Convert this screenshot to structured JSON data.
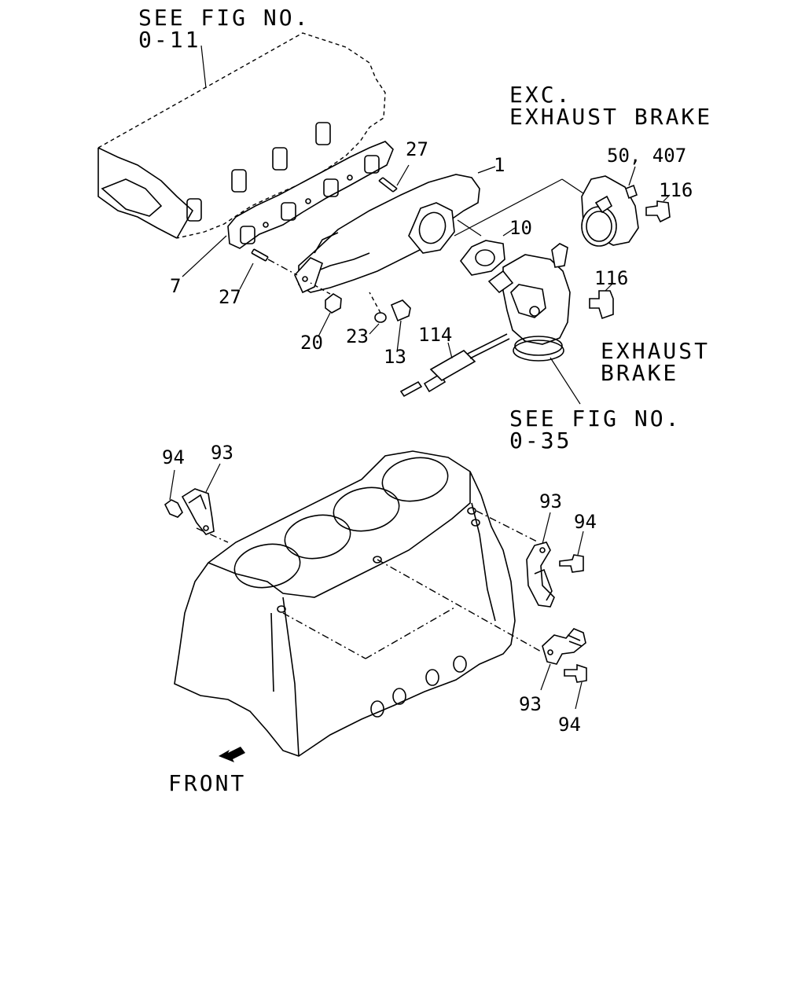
{
  "references": {
    "top_fig_line1": "SEE FIG NO.",
    "top_fig_line2": "0-11",
    "exc_line1": "EXC.",
    "exc_line2": "EXHAUST BRAKE",
    "eb_line1": "EXHAUST",
    "eb_line2": "BRAKE",
    "mid_fig_line1": "SEE FIG NO.",
    "mid_fig_line2": "0-35",
    "front": "FRONT"
  },
  "callouts": {
    "p1": "1",
    "p7": "7",
    "p10": "10",
    "p13": "13",
    "p20": "20",
    "p23": "23",
    "p27a": "27",
    "p27b": "27",
    "p114": "114",
    "p116a": "116",
    "p116b": "116",
    "p50": "50, 407",
    "p93a": "93",
    "p94a": "94",
    "p93b": "93",
    "p94b": "94",
    "p93c": "93",
    "p94c": "94"
  }
}
